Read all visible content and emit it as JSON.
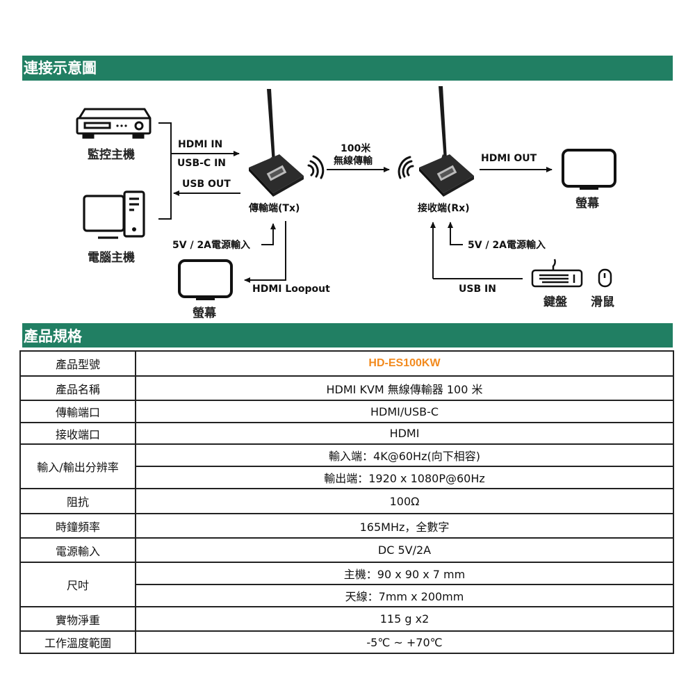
{
  "sections": {
    "diagram_title": "連接示意圖",
    "spec_title": "產品規格"
  },
  "diagram": {
    "dvr_label": "監控主機",
    "pc_label": "電腦主機",
    "hdmi_in": "HDMI IN",
    "usbc_in": "USB-C IN",
    "usb_out": "USB OUT",
    "tx_label": "傳輸端(Tx)",
    "rx_label": "接收端(Rx)",
    "wireless_distance": "100米",
    "wireless_label": "無線傳輸",
    "hdmi_out": "HDMI OUT",
    "monitor_right_label": "螢幕",
    "tx_power": "5V / 2A電源輸入",
    "rx_power": "5V / 2A電源輸入",
    "hdmi_loopout": "HDMI Loopout",
    "monitor_loop_label": "螢幕",
    "usb_in": "USB IN",
    "keyboard_label": "鍵盤",
    "mouse_label": "滑鼠"
  },
  "spec": {
    "accent_color": "#f28a1e",
    "rows": [
      {
        "key": "產品型號",
        "value": "HD-ES100KW"
      },
      {
        "key": "產品名稱",
        "value": "HDMI KVM 無線傳輸器 100 米"
      },
      {
        "key": "傳輸端口",
        "value": "HDMI/USB-C"
      },
      {
        "key": "接收端口",
        "value": "HDMI"
      },
      {
        "key": "輸入/輸出分辨率",
        "values": [
          "輸入端：4K@60Hz(向下相容)",
          "輸出端：1920 x 1080P@60Hz"
        ]
      },
      {
        "key": "阻抗",
        "value": "100Ω"
      },
      {
        "key": "時鐘頻率",
        "value": "165MHz，全數字"
      },
      {
        "key": "電源輸入",
        "value": "DC 5V/2A"
      },
      {
        "key": "尺吋",
        "values": [
          "主機：90 x 90 x 7 mm",
          "天線：7mm x 200mm"
        ]
      },
      {
        "key": "實物淨重",
        "value": "115 g x2"
      },
      {
        "key": "工作溫度範圍",
        "value": "-5℃ ~ +70℃"
      }
    ]
  }
}
